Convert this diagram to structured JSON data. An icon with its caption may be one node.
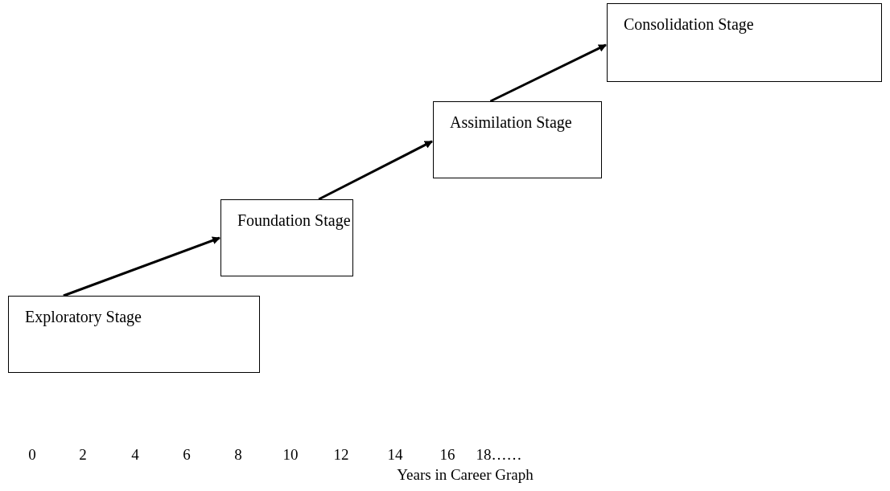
{
  "diagram": {
    "nodes": [
      {
        "text": [
          "Exploratory Stage"
        ]
      },
      {
        "text": [
          "Foundation Stage"
        ]
      },
      {
        "text": [
          "Assimilation Stage"
        ]
      },
      {
        "text": [
          "Consolidation Stage"
        ]
      }
    ],
    "edges": [
      {
        "from": 0,
        "to": 1,
        "arrow": "to"
      },
      {
        "from": 1,
        "to": 2,
        "arrow": "to"
      },
      {
        "from": 2,
        "to": 3,
        "arrow": "to"
      }
    ],
    "labels": [
      "0",
      "2",
      "4",
      "6",
      "8",
      "10",
      "12",
      "14",
      "16",
      "18……",
      "Years in Career Graph"
    ]
  }
}
